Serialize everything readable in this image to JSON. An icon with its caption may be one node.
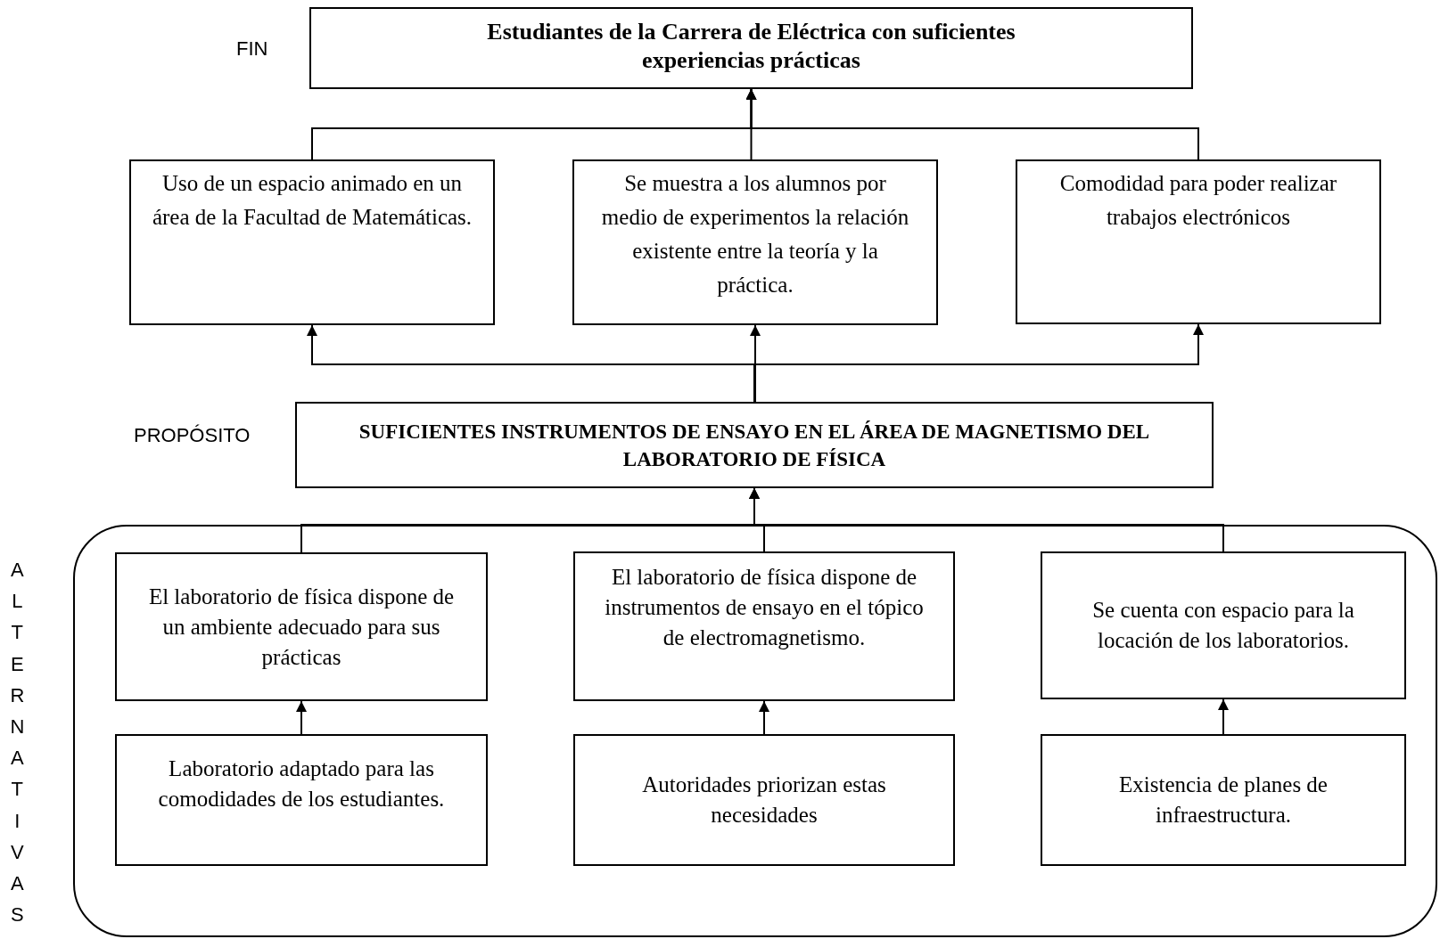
{
  "diagram": {
    "nodes": [
      {
        "text": [
          "Estudiantes de la Carrera de Eléctrica con suficientes experiencias prácticas"
        ],
        "beside": [
          "FIN"
        ]
      },
      {
        "text": [
          "Uso de un espacio  animado en un área de la Facultad de Matemáticas."
        ]
      },
      {
        "text": [
          "Se muestra a los alumnos por medio de experimentos la relación existente entre la teoría y la práctica."
        ]
      },
      {
        "text": [
          "Comodidad para poder realizar trabajos electrónicos"
        ]
      },
      {
        "text": [
          "SUFICIENTES INSTRUMENTOS DE ENSAYO EN EL ÁREA DE MAGNETISMO DEL LABORATORIO DE FÍSICA"
        ],
        "beside": [
          "PROPÓSITO"
        ]
      },
      {
        "text": [
          "ALTERNATIVAS"
        ]
      },
      {
        "text": [
          "El laboratorio de física dispone de un ambiente adecuado para sus prácticas"
        ],
        "in": 5
      },
      {
        "text": [
          "El laboratorio de física  dispone de instrumentos de ensayo en el tópico de  electromagnetismo."
        ],
        "in": 5
      },
      {
        "text": [
          "Se cuenta con espacio para la locación de los laboratorios."
        ],
        "in": 5
      },
      {
        "text": [
          "Laboratorio adaptado para las comodidades de los estudiantes."
        ],
        "in": 5
      },
      {
        "text": [
          "Autoridades priorizan estas necesidades"
        ],
        "in": 5
      },
      {
        "text": [
          "Existencia  de planes de infraestructura."
        ],
        "in": 5
      }
    ],
    "edges": [
      {
        "from": 1,
        "to": 0,
        "arrow": "to"
      },
      {
        "from": 2,
        "to": 0,
        "arrow": "to"
      },
      {
        "from": 3,
        "to": 0,
        "arrow": "to"
      },
      {
        "from": 4,
        "to": 1,
        "arrow": "to"
      },
      {
        "from": 4,
        "to": 2,
        "arrow": "to"
      },
      {
        "from": 4,
        "to": 3,
        "arrow": "to"
      },
      {
        "from": 6,
        "to": 4,
        "arrow": "to"
      },
      {
        "from": 7,
        "to": 4,
        "arrow": "to"
      },
      {
        "from": 8,
        "to": 4,
        "arrow": "to"
      },
      {
        "from": 9,
        "to": 6,
        "arrow": "to"
      },
      {
        "from": 10,
        "to": 7,
        "arrow": "to"
      },
      {
        "from": 11,
        "to": 8,
        "arrow": "to"
      }
    ]
  }
}
